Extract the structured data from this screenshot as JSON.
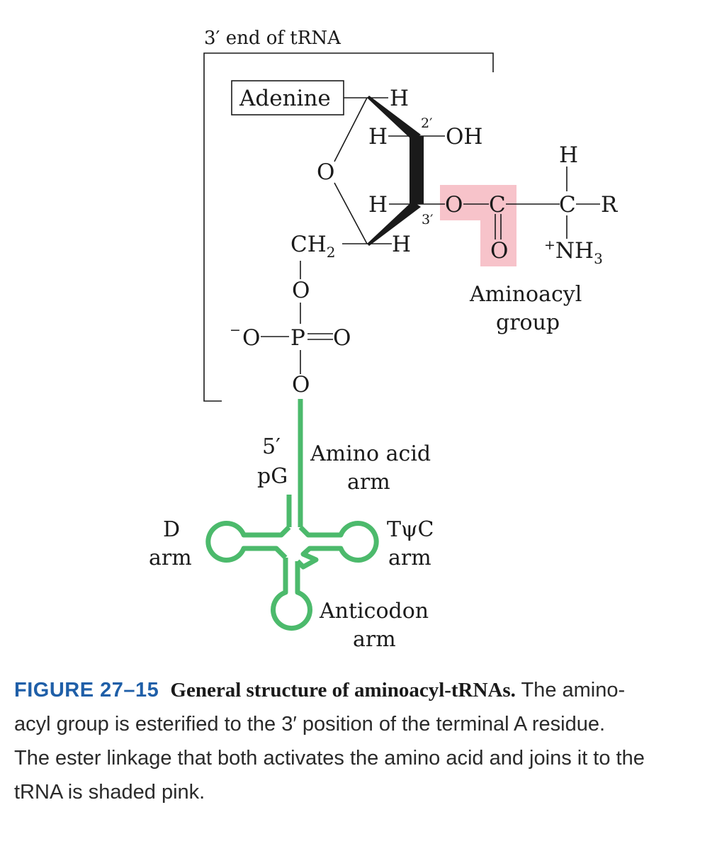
{
  "figure": {
    "bracket_label": "3′ end of tRNA",
    "adenine": "Adenine",
    "ribose": {
      "top_H": "H",
      "left_H_top": "H",
      "prime2": "2′",
      "OH": "OH",
      "ring_O": "O",
      "left_H_bottom": "H",
      "prime3": "3′",
      "CH2": "CH",
      "CH2_sub": "2",
      "bottom_H": "H"
    },
    "ester": {
      "O": "O",
      "C": "C",
      "carbonyl_O": "O"
    },
    "amino": {
      "H": "H",
      "C": "C",
      "R": "R",
      "charge": "+",
      "NH": "NH",
      "NH_sub": "3"
    },
    "phosphate": {
      "O_top": "O",
      "minus": "−",
      "O_left": "O",
      "P": "P",
      "O_right": "O",
      "O_bottom": "O"
    },
    "aminoacyl_label": [
      "Aminoacyl",
      "group"
    ],
    "trna_labels": {
      "five_prime": "5′",
      "pG": "pG",
      "amino_acid_arm": [
        "Amino acid",
        "arm"
      ],
      "d_arm": [
        "D",
        "arm"
      ],
      "tpsic_arm": [
        "TψC",
        "arm"
      ],
      "anticodon_arm": [
        "Anticodon",
        "arm"
      ]
    },
    "colors": {
      "highlight": "#f7c3ca",
      "trna": "#4cba6c",
      "figure_number": "#1f5fa8"
    }
  },
  "caption": {
    "figure_number": "FIGURE 27–15",
    "title": "General structure of aminoacyl-tRNAs.",
    "lines": [
      " The amino-",
      "acyl group is esterified to the 3′ position of the terminal A residue.",
      "The ester linkage that both activates the amino acid and joins it to the",
      "tRNA is shaded pink."
    ]
  }
}
